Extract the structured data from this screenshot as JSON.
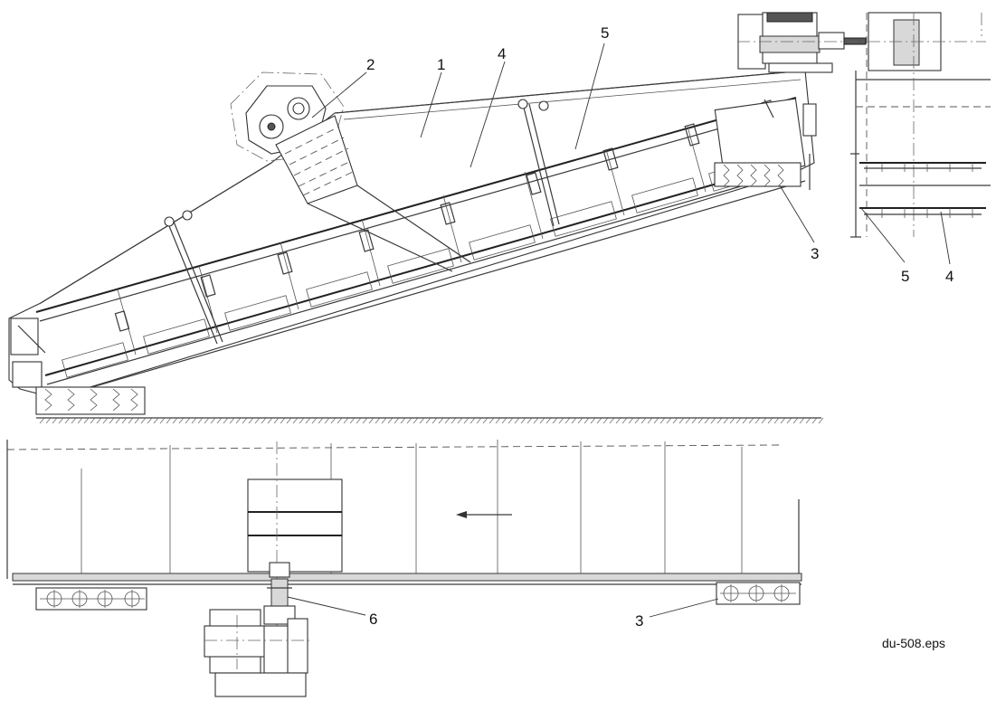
{
  "drawing": {
    "file_label": "du-508.eps",
    "callouts": {
      "c1": "1",
      "c2": "2",
      "c4a": "4",
      "c5a": "5",
      "c3a": "3",
      "c5b": "5",
      "c4b": "4",
      "c6": "6",
      "c3b": "3"
    }
  }
}
